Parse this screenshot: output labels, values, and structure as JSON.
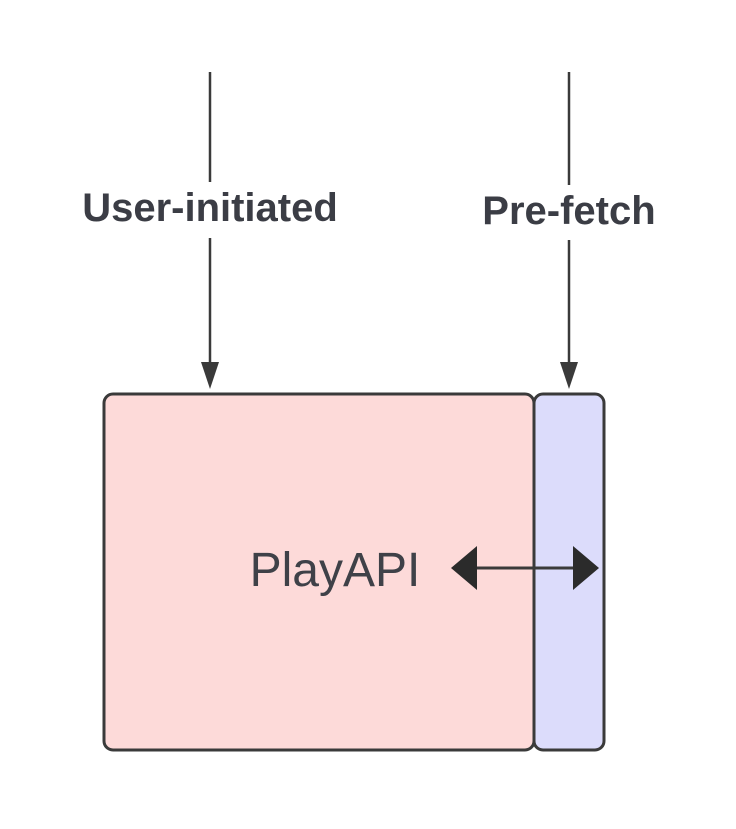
{
  "diagram": {
    "arrows": {
      "user_initiated": {
        "label": "User-initiated"
      },
      "pre_fetch": {
        "label": "Pre-fetch"
      }
    },
    "main_box": {
      "label": "PlayAPI"
    }
  },
  "colors": {
    "line": "#3a3a3a",
    "main_fill": "#fddad9",
    "side_fill": "#dcdcfb",
    "text": "#3b3d45"
  }
}
